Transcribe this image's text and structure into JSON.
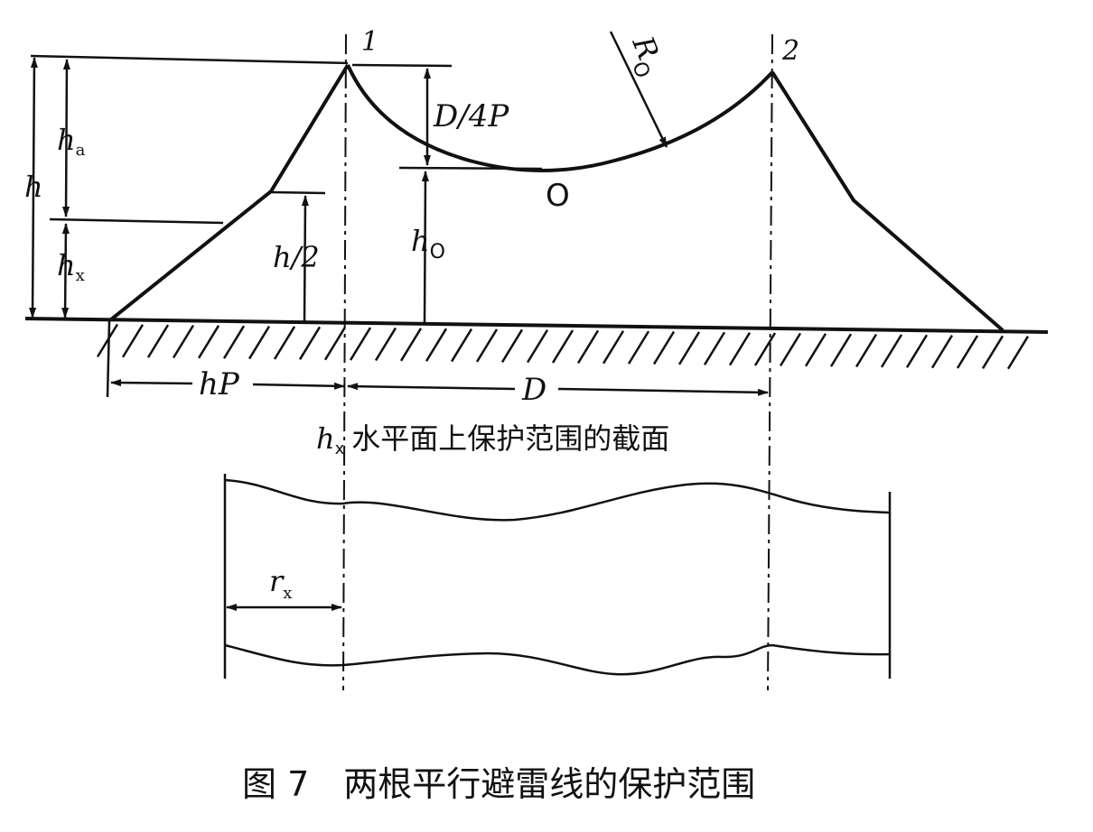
{
  "diagram": {
    "labels": {
      "wire1": "1",
      "wire2": "2",
      "radius": "R",
      "radius_sub": "O",
      "sag": "D/4P",
      "center": "O",
      "ha": "h",
      "ha_sub": "a",
      "h": "h",
      "hx": "h",
      "hx_sub": "x",
      "half_h": "h/2",
      "ho": "h",
      "ho_sub": "O",
      "hp": "hP",
      "d": "D",
      "rx": "r",
      "rx_sub": "x"
    },
    "section_caption": {
      "prefix": "h",
      "prefix_sub": "x",
      "text": "水平面上保护范围的截面"
    },
    "figure_caption": "图 7　两根平行避雷线的保护范围"
  }
}
